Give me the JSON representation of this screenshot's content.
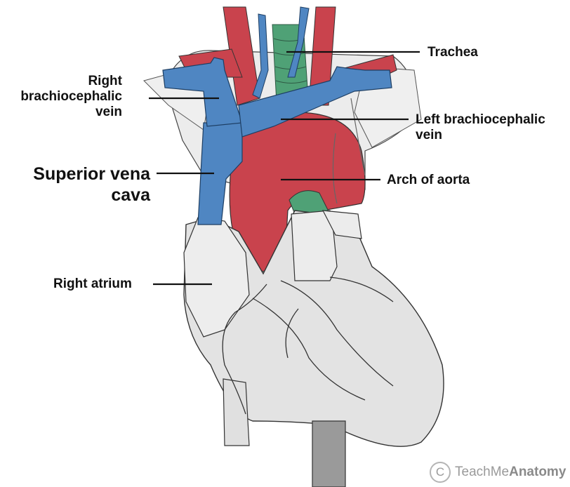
{
  "labels": {
    "trachea": "Trachea",
    "right_brachiocephalic_l1": "Right",
    "right_brachiocephalic_l2": "brachiocephalic",
    "right_brachiocephalic_l3": "vein",
    "left_brachiocephalic_l1": "Left brachiocephalic",
    "left_brachiocephalic_l2": "vein",
    "svc_l1": "Superior vena",
    "svc_l2": "cava",
    "arch_of_aorta": "Arch of aorta",
    "right_atrium": "Right atrium"
  },
  "footer": {
    "copyright_symbol": "C",
    "brand_light": "TeachMe",
    "brand_bold": "Anatomy"
  },
  "colors": {
    "vein_blue": "#4f86c2",
    "artery_red": "#c9434d",
    "trachea_green": "#4fa176",
    "heart_grey": "#e3e3e3",
    "outline": "#333333"
  }
}
